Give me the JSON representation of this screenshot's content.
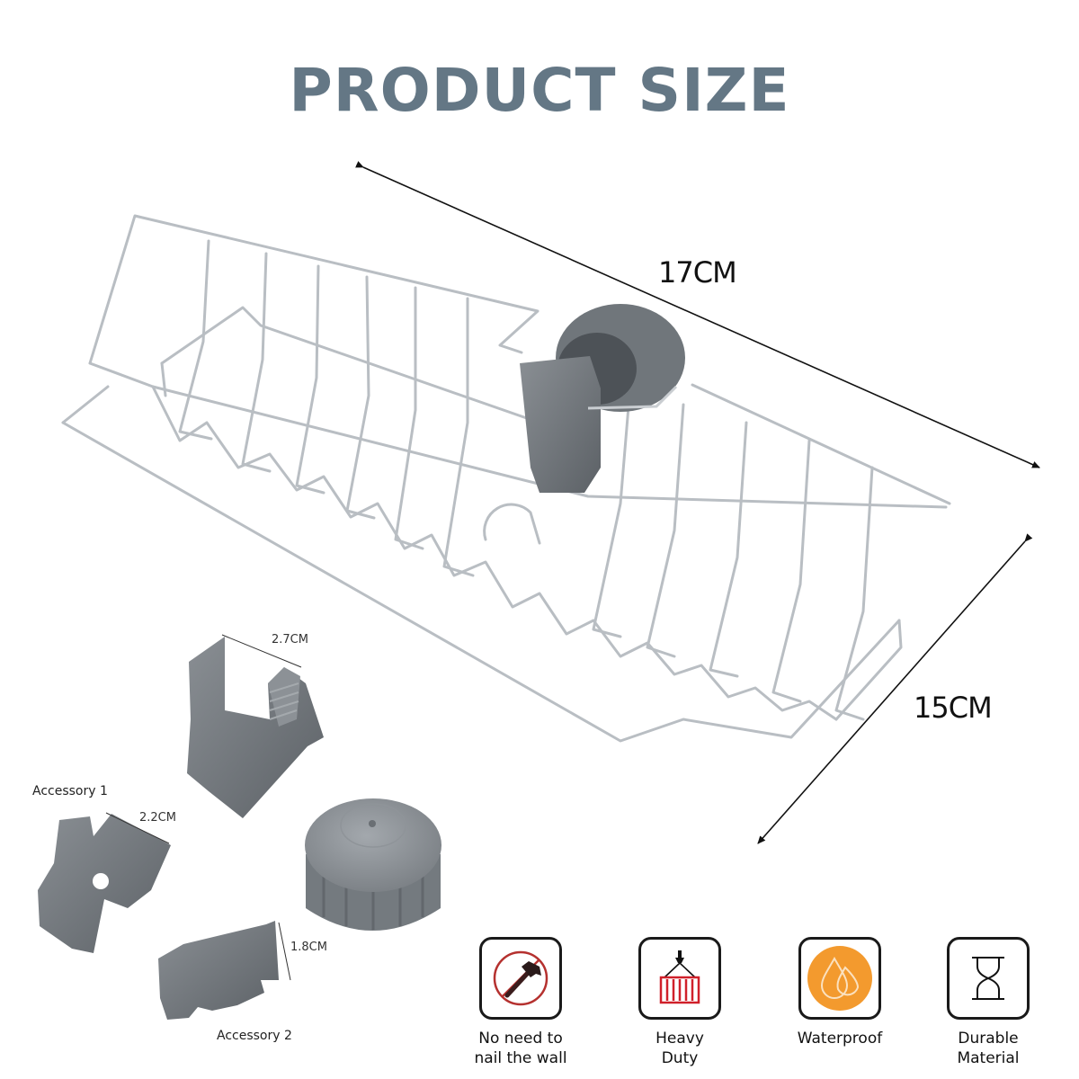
{
  "header": {
    "title": "PRODUCT SIZE"
  },
  "dimensions": {
    "length": "17CM",
    "width": "15CM"
  },
  "accessories": {
    "clip_width": "2.7CM",
    "accessory1_label": "Accessory 1",
    "accessory1_size": "2.2CM",
    "accessory2_label": "Accessory 2",
    "accessory2_size": "1.8CM"
  },
  "features": [
    {
      "icon": "no-hammer-icon",
      "label": "No need to\nnail the wall"
    },
    {
      "icon": "heavy-duty-crane-icon",
      "label": "Heavy\nDuty"
    },
    {
      "icon": "water-drops-icon",
      "label": "Waterproof"
    },
    {
      "icon": "hourglass-icon",
      "label": "Durable\nMaterial"
    }
  ],
  "colors": {
    "title": "#647785",
    "part_gray": "#6e7378",
    "waterproof_orange": "#f39a2e",
    "no_sign_red": "#b5312f",
    "crane_red": "#d0202a"
  }
}
